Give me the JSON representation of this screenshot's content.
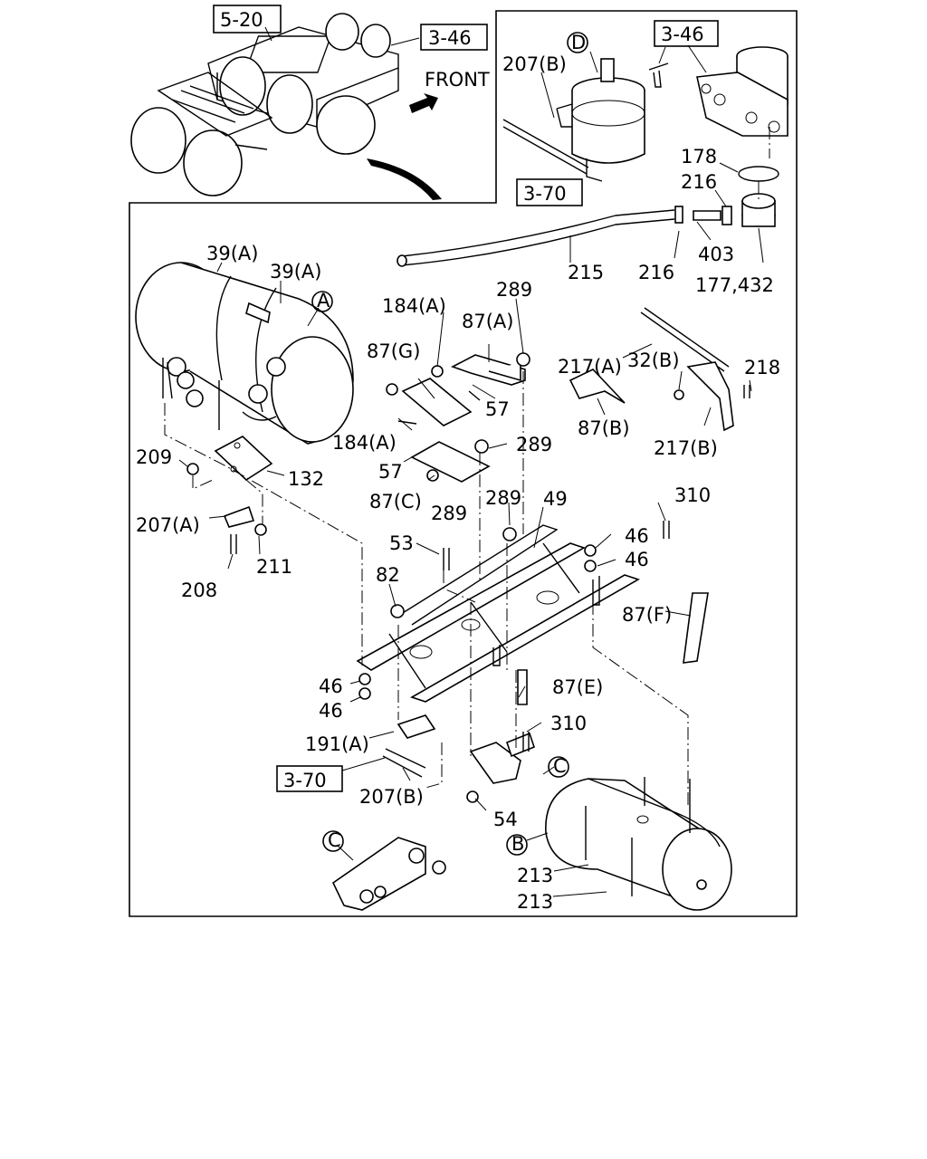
{
  "callouts": {
    "c_5_20": "5-20",
    "c_3_46_top": "3-46",
    "front": "FRONT",
    "c_3_46_inset": "3-46",
    "c_207b_top": "207(B)",
    "circ_d": "D",
    "c_3_70_top": "3-70",
    "c_178": "178",
    "c_216_a": "216",
    "c_403": "403",
    "c_216_b": "216",
    "c_215": "215",
    "c_177_432": "177,432",
    "c_39a_1": "39(A)",
    "c_39a_2": "39(A)",
    "circ_a": "A",
    "c_184a_1": "184(A)",
    "c_289_1": "289",
    "c_87a": "87(A)",
    "c_217a": "217(A)",
    "c_218": "218",
    "c_87g": "87(G)",
    "c_32b": "32(B)",
    "c_57_1": "57",
    "c_87b": "87(B)",
    "c_184a_2": "184(A)",
    "c_289_2": "289",
    "c_217b": "217(B)",
    "c_209": "209",
    "c_132": "132",
    "c_57_2": "57",
    "c_87c": "87(C)",
    "c_289_3": "289",
    "c_289_4": "289",
    "c_49": "49",
    "c_310_1": "310",
    "c_207a": "207(A)",
    "c_46_1": "46",
    "c_46_2": "46",
    "c_53": "53",
    "c_211": "211",
    "c_208": "208",
    "c_82": "82",
    "c_87f": "87(F)",
    "c_46_3": "46",
    "c_46_4": "46",
    "c_87e": "87(E)",
    "c_310_2": "310",
    "c_191a": "191(A)",
    "circ_c_1": "C",
    "c_3_70_bot": "3-70",
    "c_207b_bot": "207(B)",
    "c_54": "54",
    "circ_b": "B",
    "circ_c_2": "C",
    "c_213_1": "213",
    "c_213_2": "213"
  }
}
